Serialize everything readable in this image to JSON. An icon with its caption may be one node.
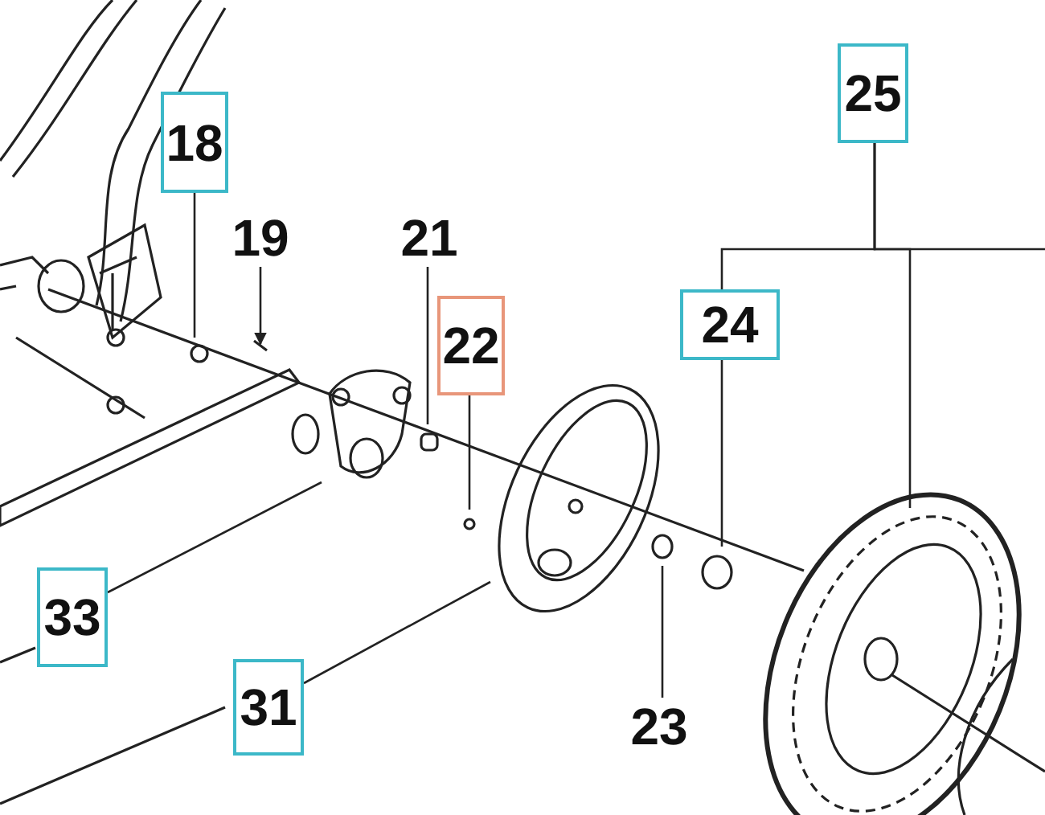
{
  "diagram": {
    "nodes": [
      {
        "text": [
          "25"
        ]
      },
      {
        "text": [
          "18"
        ]
      },
      {
        "text": [
          "19"
        ]
      },
      {
        "text": [
          "21"
        ]
      },
      {
        "text": [
          "24"
        ]
      },
      {
        "text": [
          "22"
        ]
      },
      {
        "text": [
          "33"
        ]
      },
      {
        "text": [
          "31"
        ]
      },
      {
        "text": [
          "23"
        ]
      }
    ],
    "edges": [
      {
        "from": 0,
        "to": 4,
        "arrow": "none"
      },
      {
        "from": 0,
        "to": null,
        "arrow": "none"
      },
      {
        "from": 0,
        "to": null,
        "arrow": "none"
      },
      {
        "from": 1,
        "to": null,
        "arrow": "none"
      },
      {
        "from": 2,
        "to": null,
        "arrow": "to"
      },
      {
        "from": 3,
        "to": null,
        "arrow": "none"
      },
      {
        "from": 4,
        "to": null,
        "arrow": "none"
      },
      {
        "from": 5,
        "to": null,
        "arrow": "none"
      },
      {
        "from": 6,
        "to": null,
        "arrow": "none"
      },
      {
        "from": 7,
        "to": null,
        "arrow": "none"
      },
      {
        "from": 8,
        "to": null,
        "arrow": "none"
      }
    ]
  }
}
